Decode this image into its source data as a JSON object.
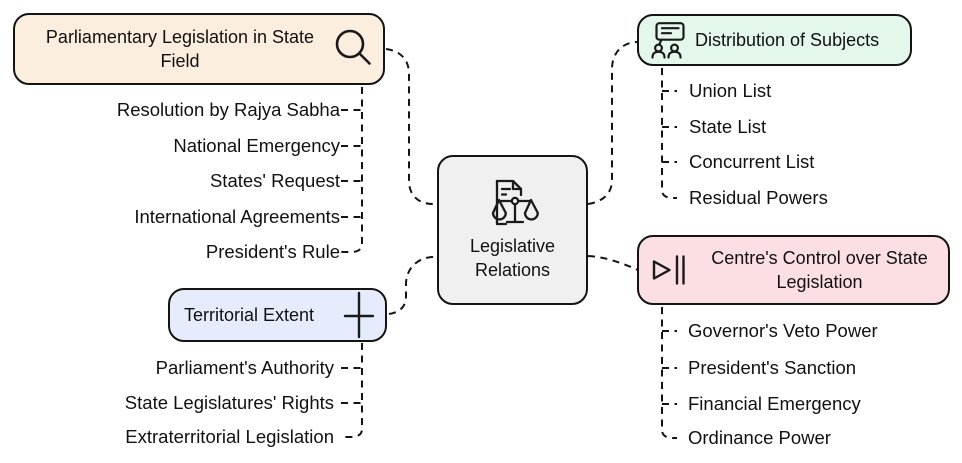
{
  "diagram": {
    "type": "mindmap",
    "background": "#ffffff",
    "connector_style": {
      "color": "#141414",
      "dash_pattern": "7 5.5"
    }
  },
  "center_node": {
    "label": "Legislative Relations",
    "icon": "document-scales-icon",
    "fill": "#F0F0F0"
  },
  "branches": [
    {
      "id": "parliamentary-legislation-in-state-field",
      "title": "Parliamentary Legislation in State Field",
      "icon": "magnifier-icon",
      "fill": "#FCEEDF",
      "position": "top-left",
      "children": [
        "Resolution by Rajya Sabha",
        "National Emergency",
        "States' Request",
        "International Agreements",
        "President's Rule"
      ]
    },
    {
      "id": "territorial-extent",
      "title": "Territorial Extent",
      "icon": "plus-icon",
      "fill": "#E6ECFB",
      "position": "bottom-left",
      "children": [
        "Parliament's Authority",
        "State Legislatures' Rights",
        "Extraterritorial Legislation"
      ]
    },
    {
      "id": "distribution-of-subjects",
      "title": "Distribution of Subjects",
      "icon": "discussion-icon",
      "fill": "#E4F7EB",
      "position": "top-right",
      "children": [
        "Union List",
        "State List",
        "Concurrent List",
        "Residual Powers"
      ]
    },
    {
      "id": "centres-control-over-state-legislation",
      "title": "Centre's Control over State Legislation",
      "icon": "play-pause-icon",
      "fill": "#FBDFE2",
      "position": "bottom-right",
      "children": [
        "Governor's Veto Power",
        "President's Sanction",
        "Financial Emergency",
        "Ordinance Power"
      ]
    }
  ]
}
